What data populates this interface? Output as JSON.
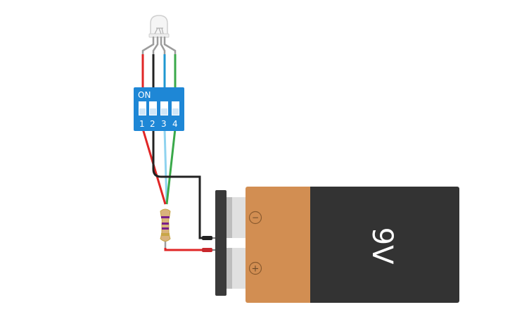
{
  "dip_switch": {
    "on_label": "ON",
    "positions": [
      "1",
      "2",
      "3",
      "4"
    ],
    "body_color": "#1e87d6"
  },
  "battery": {
    "label": "9V",
    "negative_symbol": "−",
    "positive_symbol": "+",
    "body_color": "#333333",
    "wrap_color": "#d28e52"
  },
  "led": {
    "type": "RGB LED, common cathode"
  },
  "resistor": {
    "bands": [
      "#7a1f8a",
      "#7a1f8a",
      "#7a1f8a",
      "#c8a646"
    ]
  },
  "wire_colors": {
    "red": "#e02626",
    "black": "#222222",
    "blue": "#1f97d2",
    "green": "#3aa94a",
    "gray": "#9c9c9c"
  }
}
